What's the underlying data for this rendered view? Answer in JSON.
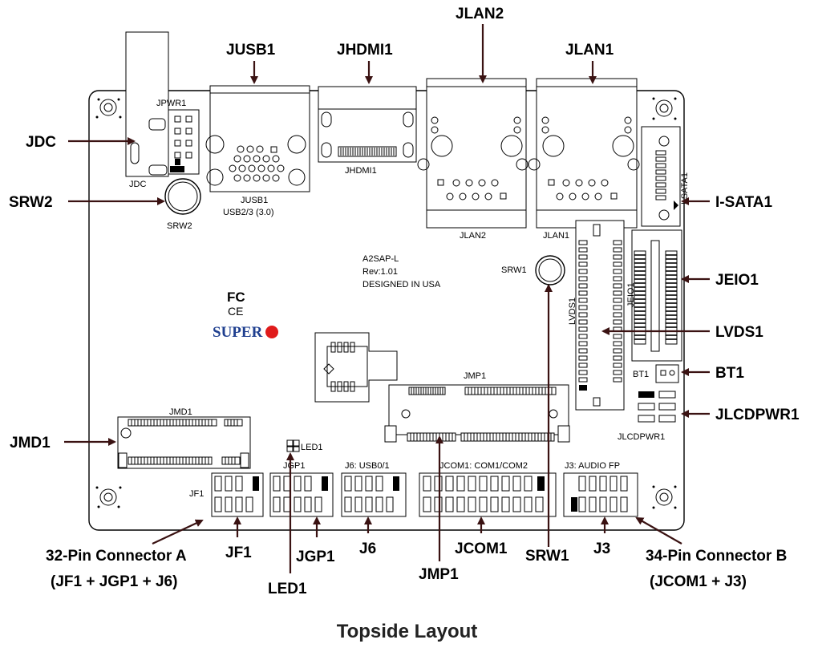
{
  "caption": "Topside Layout",
  "board": {
    "model": "A2SAP-L",
    "rev": "Rev:1.01",
    "designed": "DESIGNED IN USA",
    "logo": "SUPER",
    "marks": [
      "FC",
      "CE"
    ]
  },
  "callouts": {
    "jusb1": "JUSB1",
    "jhdmi1": "JHDMI1",
    "jlan2": "JLAN2",
    "jlan1": "JLAN1",
    "jdc": "JDC",
    "srw2": "SRW2",
    "isata1": "I-SATA1",
    "jeio1": "JEIO1",
    "lvds1": "LVDS1",
    "bt1": "BT1",
    "jlcdpwr1": "JLCDPWR1",
    "jmd1": "JMD1",
    "conn_a": "32-Pin Connector A",
    "conn_a_sub": "(JF1 + JGP1 + J6)",
    "jf1": "JF1",
    "jgp1": "JGP1",
    "j6": "J6",
    "jcom1": "JCOM1",
    "jmp1": "JMP1",
    "srw1": "SRW1",
    "j3": "J3",
    "led1": "LED1",
    "conn_b": "34-Pin Connector B",
    "conn_b_sub": "(JCOM1 + J3)"
  },
  "silk": {
    "jpwr1": "JPWR1",
    "jdc": "JDC",
    "srw2": "SRW2",
    "jusb1": "JUSB1",
    "jusb1_sub": "USB2/3 (3.0)",
    "jhdmi1": "JHDMI1",
    "jlan2": "JLAN2",
    "jlan1": "JLAN1",
    "isata1": "I-SATA1",
    "srw1": "SRW1",
    "lvds1": "LVDS1",
    "jeio1": "JEIO1",
    "bt1": "BT1",
    "jlcdpwr1": "JLCDPWR1",
    "jmp1": "JMP1",
    "jmd1": "JMD1",
    "led1": "LED1",
    "jgp1": "JGP1",
    "jf1": "JF1",
    "j6": "J6: USB0/1",
    "jcom1": "JCOM1: COM1/COM2",
    "j3": "J3: AUDIO FP"
  }
}
